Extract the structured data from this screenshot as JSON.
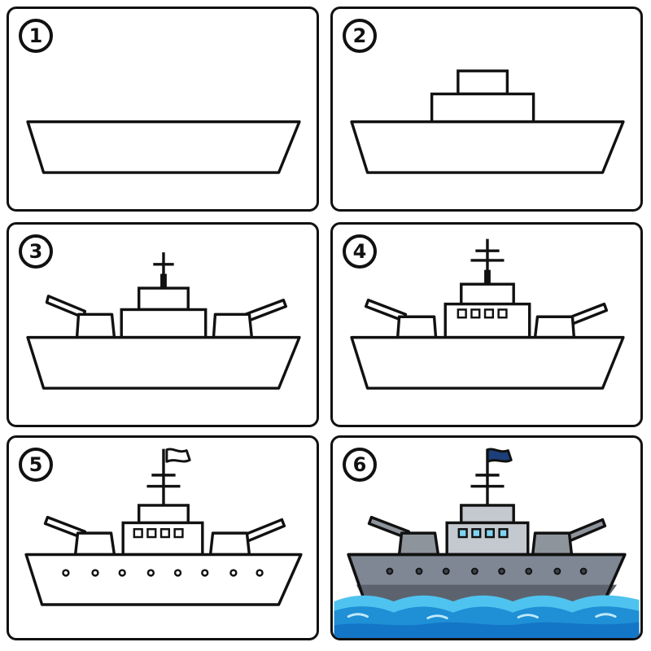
{
  "steps": [
    {
      "number": "1",
      "colored": false
    },
    {
      "number": "2",
      "colored": false
    },
    {
      "number": "3",
      "colored": false
    },
    {
      "number": "4",
      "colored": false
    },
    {
      "number": "5",
      "colored": false
    },
    {
      "number": "6",
      "colored": true
    }
  ],
  "colors": {
    "outline": "#111111",
    "hull": "#7f8794",
    "hull_shadow": "#5c636e",
    "superstructure": "#c4c9d0",
    "turret": "#8e949c",
    "flag": "#1c3f7a",
    "window": "#7fd3f0",
    "water_light": "#4fc3ef",
    "water_dark": "#1f8fd6",
    "water_deep": "#1476c7"
  }
}
